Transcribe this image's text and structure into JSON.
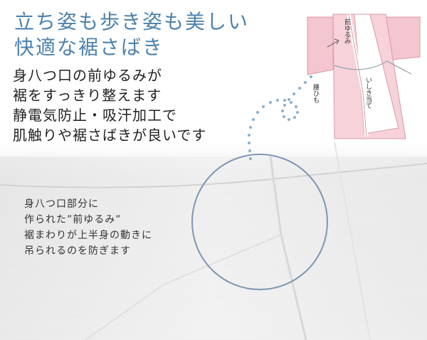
{
  "headline": {
    "line1": "立ち姿も歩き姿も美しい",
    "line2": "快適な裾さばき"
  },
  "features": [
    "身八つ口の前ゆるみが",
    "裾をすっきり整えます",
    "静電気防止・吸汗加工で",
    "肌触りや裾さばきが良いです"
  ],
  "diagram_labels": {
    "mae_yurumi": "前ゆるみ",
    "koshi_himo": "腰ひも",
    "ishiki_ate": "いしき当て"
  },
  "caption": [
    "身八つ口部分に",
    "作られた”前ゆるみ”",
    "裾まわりが上半身の動きに",
    "吊られるのを防ぎます"
  ],
  "colors": {
    "headline": "#4d82ad",
    "kimono_pink": "#f4c6cf",
    "kimono_outline": "#d99aa7",
    "dots": "#8ab0cc",
    "circle": "#7d97b3"
  }
}
